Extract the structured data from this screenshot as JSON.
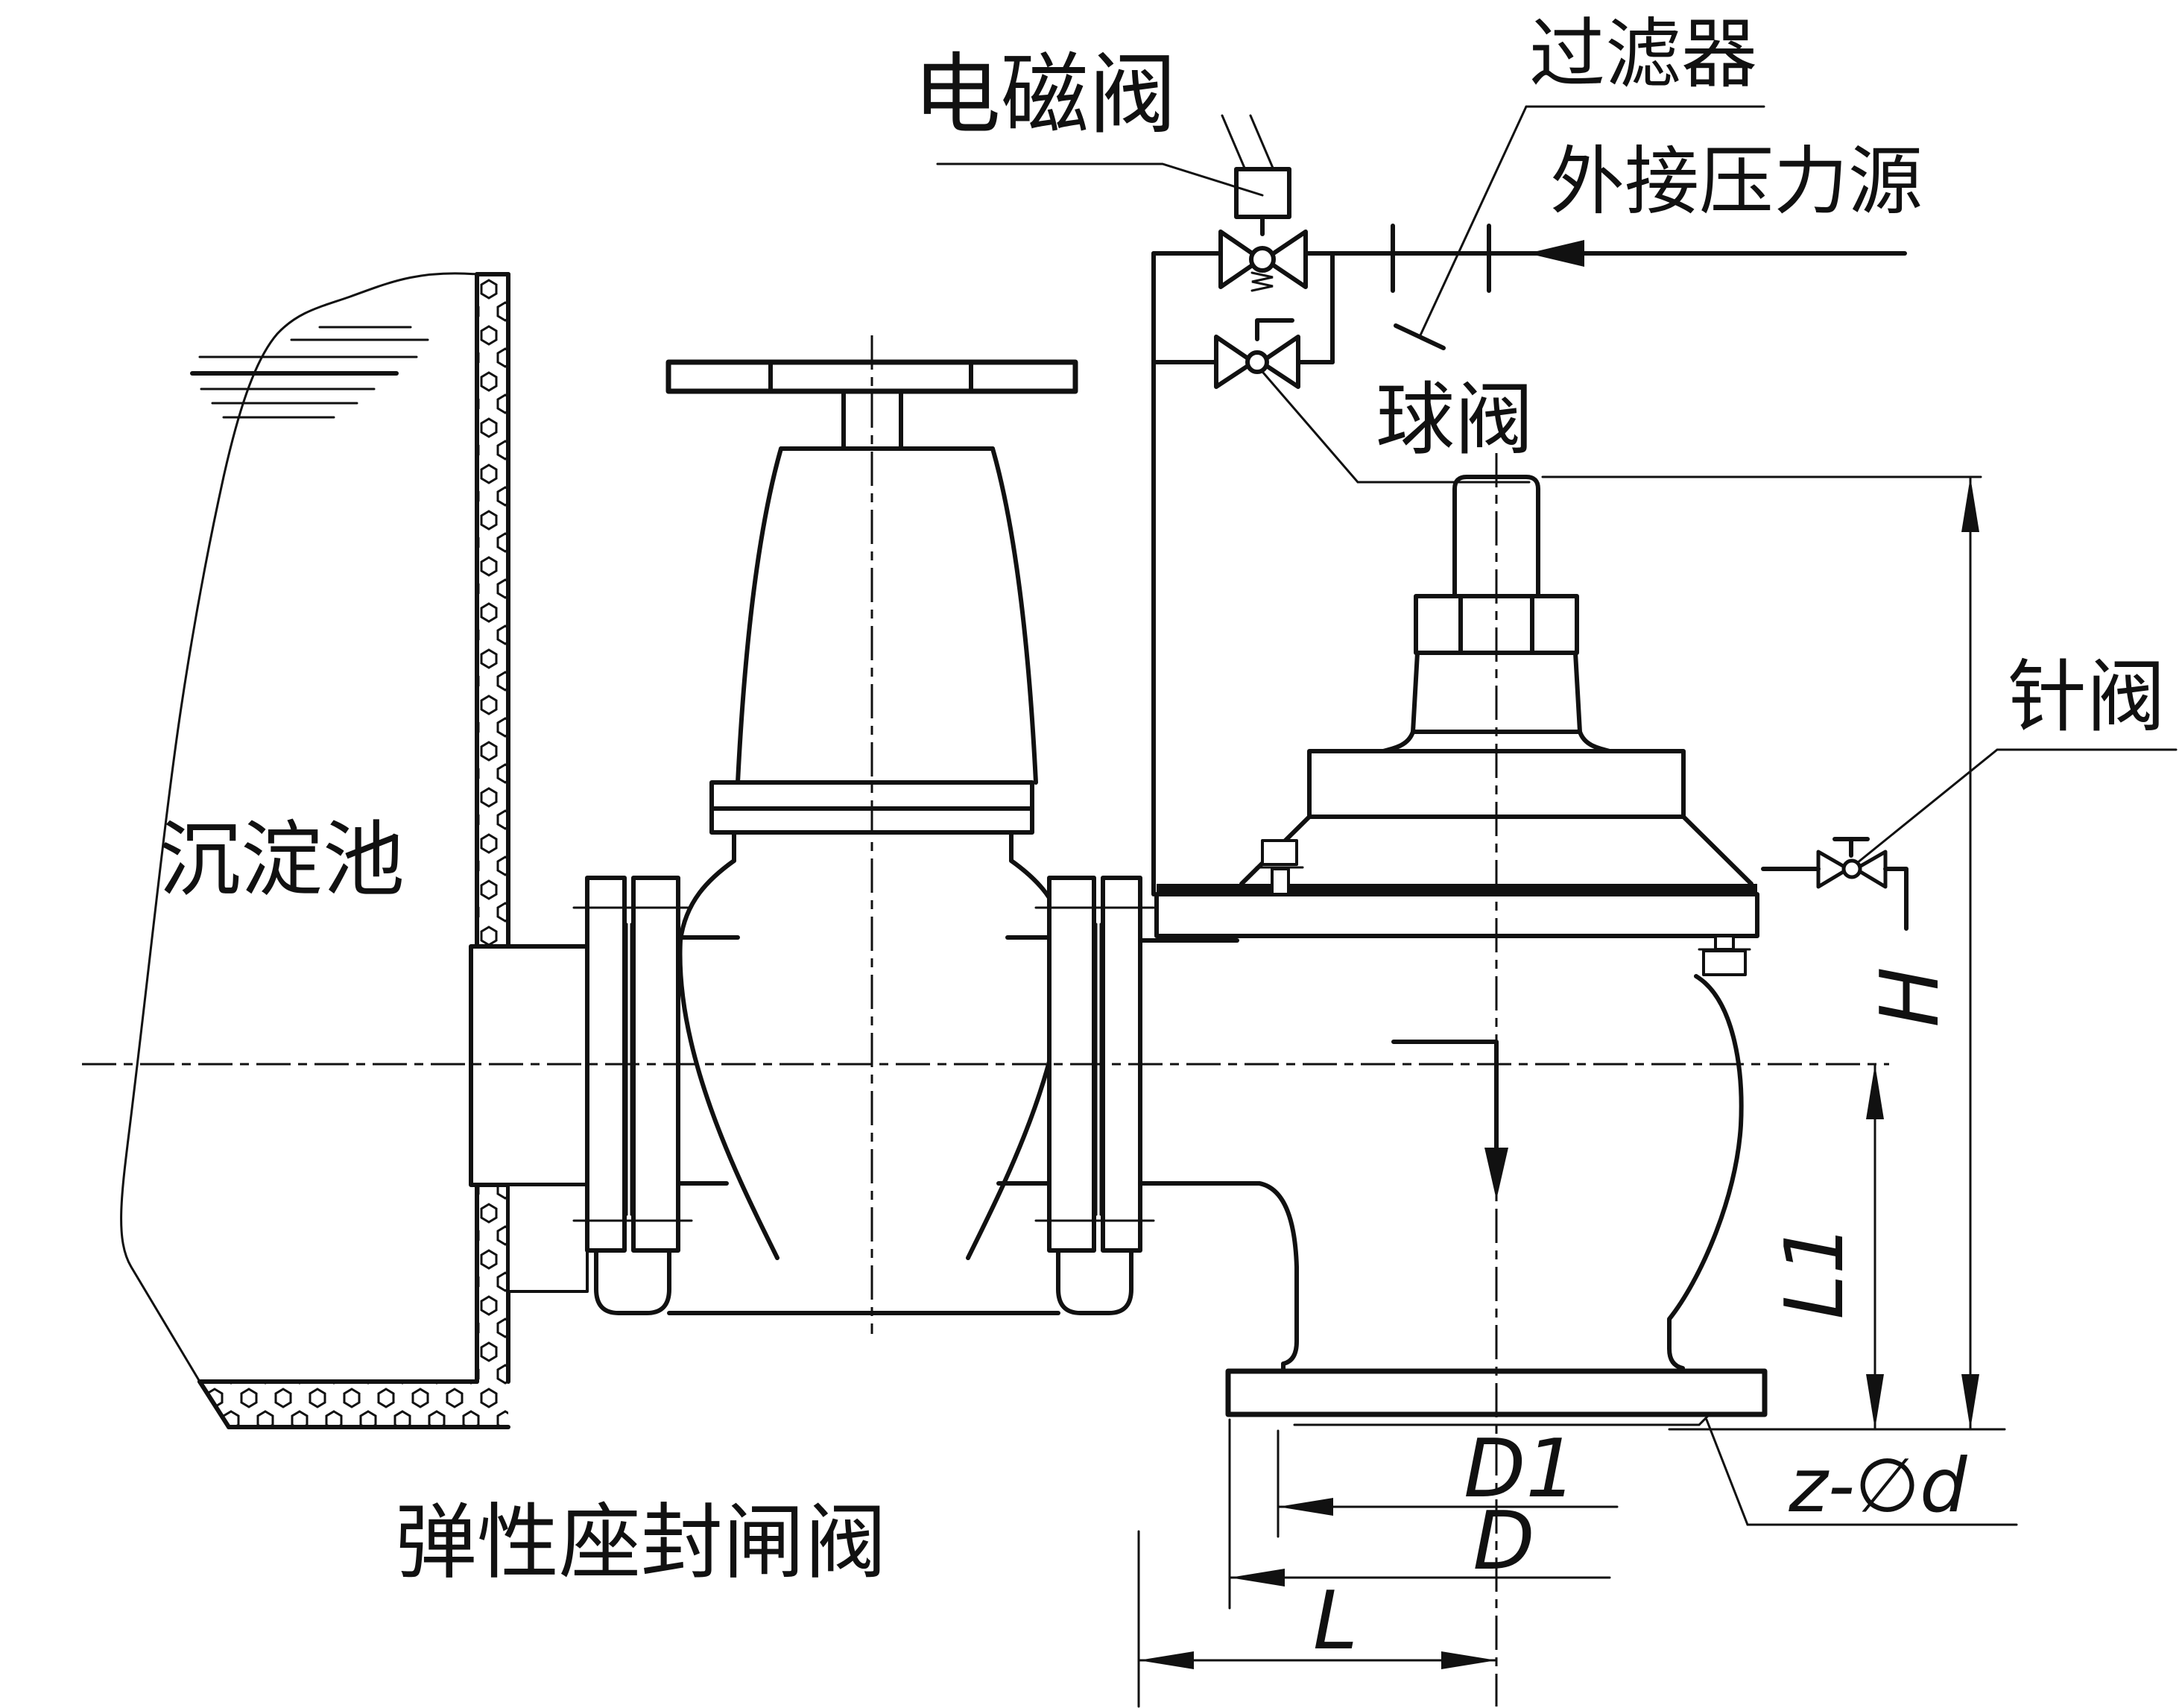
{
  "drawing": {
    "type": "valve-installation-engineering-diagram",
    "labels": {
      "solenoid_valve": "电磁阀",
      "filter": "过滤器",
      "external_pressure_source": "外接压力源",
      "ball_valve": "球阀",
      "needle_valve": "针阀",
      "sedimentation_tank": "沉淀池",
      "gate_valve": "弹性座封闸阀"
    },
    "dimensions": {
      "total_height": "H",
      "outlet_centre_height": "L1",
      "raised_face_diameter": "D1",
      "flange_diameter": "D",
      "centre_to_face_length": "L",
      "bolt_holes": "z-∅d"
    },
    "colors": {
      "line": "#111111",
      "background": "#ffffff"
    }
  }
}
